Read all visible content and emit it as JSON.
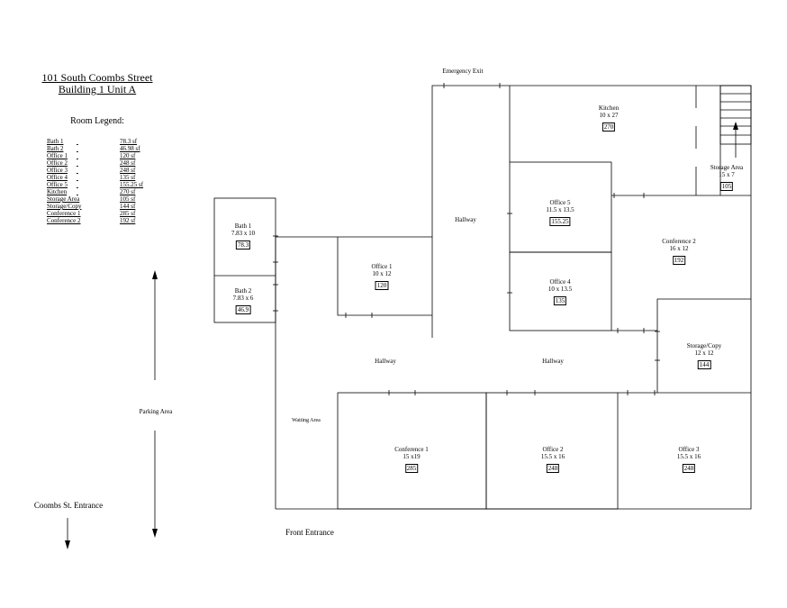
{
  "header": {
    "address": "101 South Coombs Street",
    "unit": "Building 1 Unit A"
  },
  "legend": {
    "heading": "Room Legend:",
    "rows": [
      {
        "name": "Bath 1",
        "area": "78.3 sf"
      },
      {
        "name": "Bath 2",
        "area": "46.98 sf"
      },
      {
        "name": "Office 1",
        "area": "120 sf"
      },
      {
        "name": "Office 2",
        "area": "248 sf"
      },
      {
        "name": "Office 3",
        "area": "248 sf"
      },
      {
        "name": "Office 4",
        "area": "135 sf"
      },
      {
        "name": "Office 5",
        "area": "155.25 sf"
      },
      {
        "name": "Kitchen",
        "area": "270 sf"
      },
      {
        "name": "Storage Area",
        "area": "105 sf"
      },
      {
        "name": "Storage/Copy",
        "area": "144 sf"
      },
      {
        "name": "Conference 1",
        "area": "285 sf"
      },
      {
        "name": "Conference 2",
        "area": "192 sf"
      }
    ]
  },
  "rooms": {
    "bath1": {
      "name": "Bath 1",
      "dims": "7.83 x 10",
      "area": "78.3"
    },
    "bath2": {
      "name": "Bath 2",
      "dims": "7.83 x 6",
      "area": "46.9"
    },
    "office1": {
      "name": "Office 1",
      "dims": "10 x 12",
      "area": "120"
    },
    "office2": {
      "name": "Office 2",
      "dims": "15.5 x 16",
      "area": "248"
    },
    "office3": {
      "name": "Office 3",
      "dims": "15.5 x 16",
      "area": "248"
    },
    "office4": {
      "name": "Office 4",
      "dims": "10 x 13.5",
      "area": "135"
    },
    "office5": {
      "name": "Office 5",
      "dims": "11.5 x 13.5",
      "area": "155.25"
    },
    "kitchen": {
      "name": "Kitchen",
      "dims": "10 x 27",
      "area": "270"
    },
    "storage": {
      "name": "Storage Area",
      "dims": "15 x 7",
      "area": "105"
    },
    "storagecopy": {
      "name": "Storage/Copy",
      "dims": "12 x 12",
      "area": "144"
    },
    "conf1": {
      "name": "Conference 1",
      "dims": "15 x19",
      "area": "285"
    },
    "conf2": {
      "name": "Conference 2",
      "dims": "16 x 12",
      "area": "192"
    }
  },
  "areas": {
    "hallway_top": "Hallway",
    "hallway_left": "Hallway",
    "hallway_right": "Hallway",
    "waiting": "Waiting Area",
    "parking": "Parking Area",
    "emergency_exit": "Emergency Exit",
    "front_entrance": "Front Entrance",
    "street_entrance": "Coombs St. Entrance"
  }
}
